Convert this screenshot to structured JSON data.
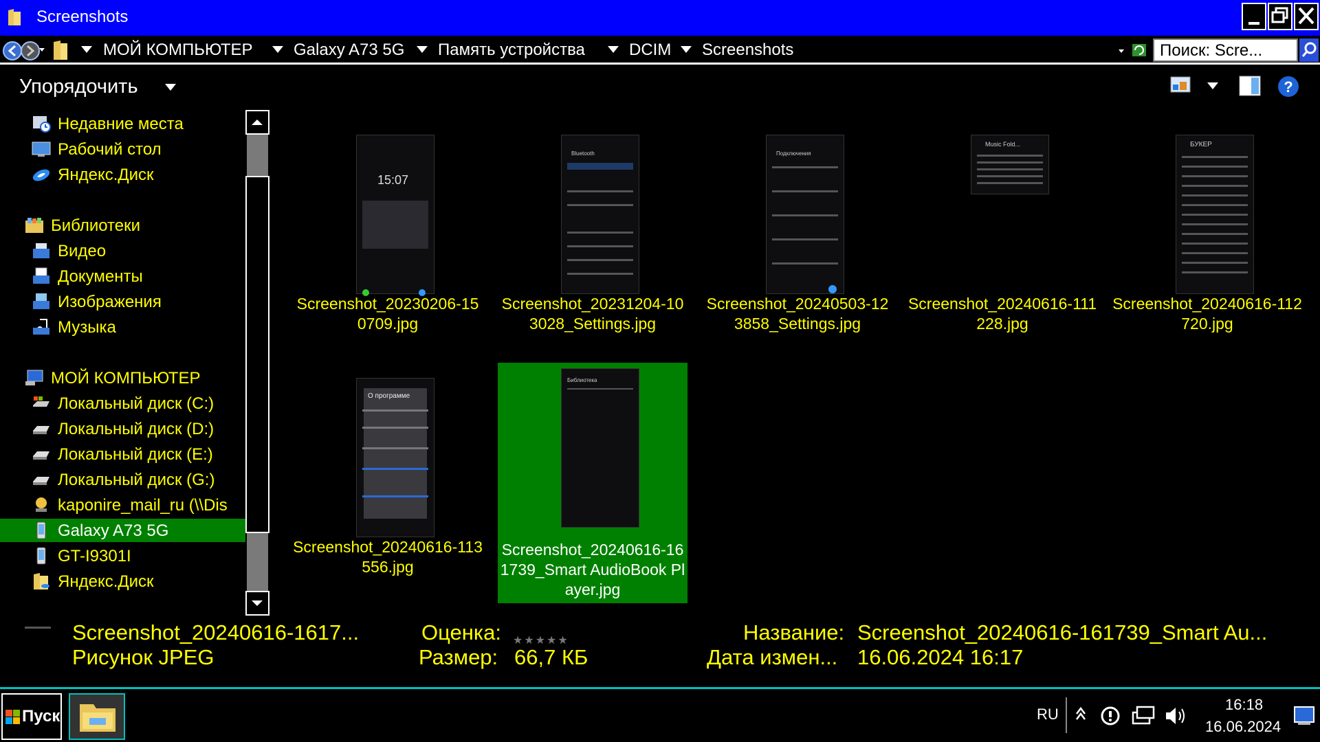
{
  "window": {
    "title": "Screenshots"
  },
  "address": {
    "crumbs": [
      "МОЙ КОМПЬЮТЕР",
      "Galaxy A73 5G",
      "Память устройства",
      "DCIM",
      "Screenshots"
    ],
    "search_placeholder": "Поиск: Scre..."
  },
  "toolbar": {
    "organize": "Упорядочить"
  },
  "sidebar": {
    "favorites": [
      {
        "label": "Недавние места",
        "icon": "recent-places-icon"
      },
      {
        "label": "Рабочий стол",
        "icon": "desktop-icon"
      },
      {
        "label": "Яндекс.Диск",
        "icon": "yandex-disk-icon"
      }
    ],
    "libraries_header": "Библиотеки",
    "libraries": [
      {
        "label": "Видео",
        "icon": "video-icon"
      },
      {
        "label": "Документы",
        "icon": "documents-icon"
      },
      {
        "label": "Изображения",
        "icon": "images-icon"
      },
      {
        "label": "Музыка",
        "icon": "music-icon"
      }
    ],
    "computer_header": "МОЙ КОМПЬЮТЕР",
    "computer": [
      {
        "label": "Локальный диск (C:)",
        "icon": "system-drive-icon"
      },
      {
        "label": "Локальный диск (D:)",
        "icon": "drive-icon"
      },
      {
        "label": "Локальный диск (E:)",
        "icon": "drive-icon"
      },
      {
        "label": "Локальный диск (G:)",
        "icon": "drive-icon"
      },
      {
        "label": "kaponire_mail_ru (\\\\Dis",
        "icon": "network-drive-icon"
      },
      {
        "label": "Galaxy A73 5G",
        "icon": "phone-icon",
        "selected": true
      },
      {
        "label": "GT-I9301I",
        "icon": "phone-icon"
      },
      {
        "label": "Яндекс.Диск",
        "icon": "yandex-disk-folder-icon"
      }
    ]
  },
  "files": [
    {
      "name": "Screenshot_20230206-150709.jpg",
      "thumb_text": "15:07"
    },
    {
      "name": "Screenshot_20231204-103028_Settings.jpg",
      "thumb_text": "Bluetooth"
    },
    {
      "name": "Screenshot_20240503-123858_Settings.jpg",
      "thumb_text": "Подключения"
    },
    {
      "name": "Screenshot_20240616-111228.jpg",
      "thumb_text": "Music Fold..."
    },
    {
      "name": "Screenshot_20240616-112720.jpg",
      "thumb_text": "БУКЕР"
    },
    {
      "name": "Screenshot_20240616-113556.jpg",
      "thumb_text": "О программе"
    },
    {
      "name": "Screenshot_20240616-161739_Smart AudioBook Player.jpg",
      "thumb_text": "Библиотека",
      "selected": true
    }
  ],
  "details": {
    "name_short": "Screenshot_20240616-1617...",
    "type": "Рисунок JPEG",
    "rating_label": "Оценка:",
    "rating_stars": "★★★★★",
    "size_label": "Размер:",
    "size_value": "66,7 КБ",
    "title_label": "Название:",
    "title_value": "Screenshot_20240616-161739_Smart Au...",
    "modified_label": "Дата измен...",
    "modified_value": "16.06.2024 16:17"
  },
  "taskbar": {
    "start": "Пуск",
    "lang": "RU",
    "time": "16:18",
    "date": "16.06.2024"
  },
  "colors": {
    "titlebar": "#0000ff",
    "accent_text": "#ffff00",
    "selection": "#008000",
    "taskbar_border": "#00c0c0"
  }
}
